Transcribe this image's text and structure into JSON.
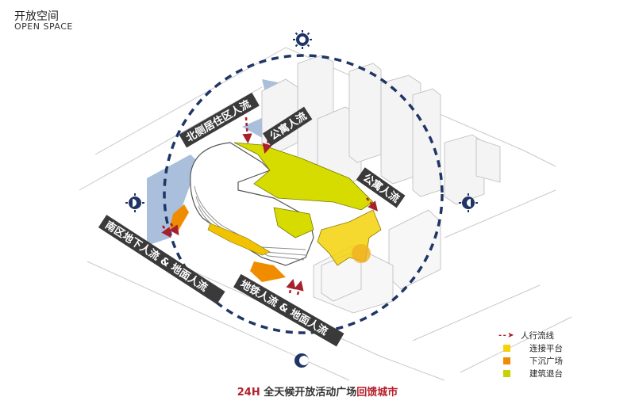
{
  "header": {
    "title_cn": "开放空间",
    "title_en": "OPEN SPACE"
  },
  "flow_labels": {
    "north_residential": "北侧居住区人流",
    "apartment_1": "公寓人流",
    "apartment_2": "公寓人流",
    "south_underground": "南区地下人流 & 地面人流",
    "metro": "地铁人流 & 地面人流"
  },
  "legend": [
    {
      "label": "人行流线",
      "color": "#a8202b"
    },
    {
      "label": "连接平台",
      "color": "#f5d20a"
    },
    {
      "label": "下沉广场",
      "color": "#f08c00"
    },
    {
      "label": "建筑退台",
      "color": "#c8d200"
    }
  ],
  "caption": {
    "prefix": "24H",
    "middle": " 全天候开放活动广场",
    "highlight": "回馈城市"
  },
  "colors": {
    "dashed_circle": "#1f3566",
    "label_bg": "#3a3a3a",
    "arrow": "#a8202b",
    "water": "#a9bfdc"
  },
  "icons": {
    "sun": "sun-icon",
    "moon": "moon-icon"
  }
}
